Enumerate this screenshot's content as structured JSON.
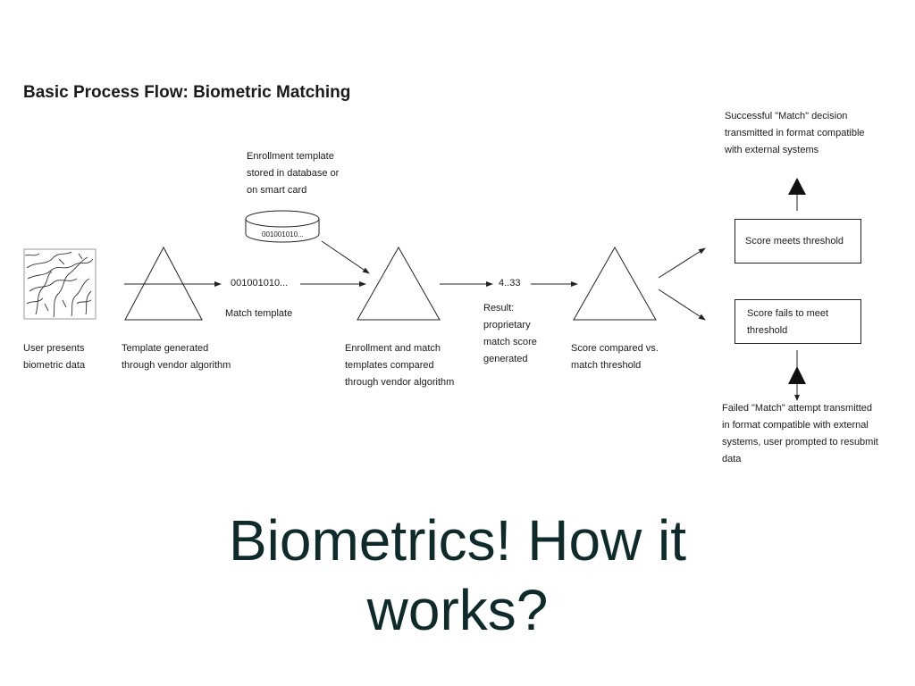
{
  "diagram": {
    "title": "Basic Process Flow: Biometric Matching",
    "steps": {
      "user_presents": "User presents\nbiometric data",
      "template_generated": "Template generated\nthrough vendor algorithm",
      "enrollment_stored": "Enrollment template\nstored in database or\non smart card",
      "database_code": "001001010...",
      "template_code": "001001010...",
      "match_template": "Match template",
      "templates_compared": "Enrollment and match\ntemplates compared\nthrough vendor algorithm",
      "score_value": "4..33",
      "result": "Result:\nproprietary\nmatch score\ngenerated",
      "score_compared": "Score compared vs.\nmatch threshold",
      "meets_threshold": "Score meets threshold",
      "fails_threshold": "Score fails to meet\nthreshold",
      "success_outcome": "Successful \"Match\" decision\ntransmitted in format compatible\nwith external systems",
      "failure_outcome": "Failed \"Match\" attempt transmitted\nin format compatible with external\nsystems, user prompted to resubmit\ndata"
    },
    "icons": {
      "fingerprint": "fingerprint-sketch-icon",
      "database": "database-disk-icon",
      "process": "triangle-process-icon"
    }
  },
  "slide": {
    "title": "Biometrics! How it\nworks?"
  },
  "colors": {
    "title_text": "#0f2a2a",
    "diagram_ink": "#1a1a1a"
  }
}
